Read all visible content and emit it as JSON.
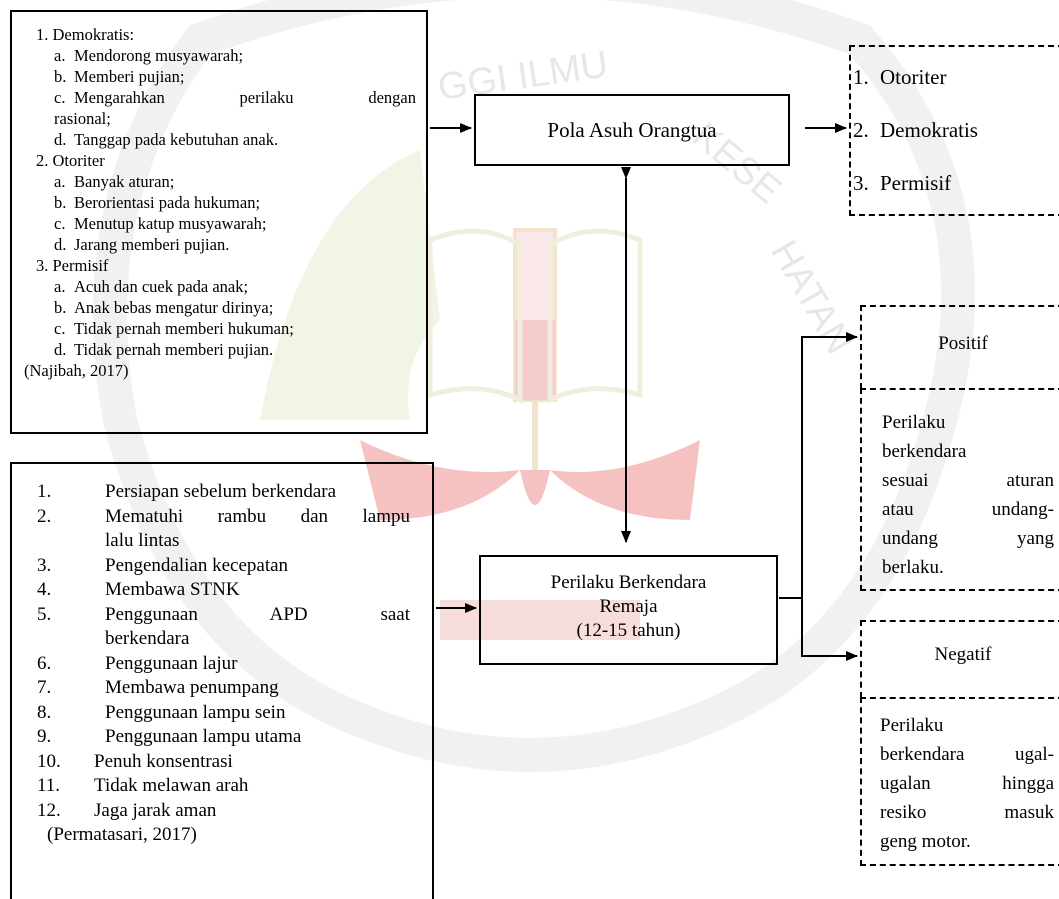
{
  "parenting_box": {
    "label": "Pola Asuh Orangtua"
  },
  "teen_box": {
    "line1": "Perilaku Berkendara",
    "line2": "Remaja",
    "line3": "(12-15 tahun)"
  },
  "parenting_types": [
    {
      "num": "1.",
      "label": "Otoriter"
    },
    {
      "num": "2.",
      "label": "Demokratis"
    },
    {
      "num": "3.",
      "label": "Permisif"
    }
  ],
  "styles": {
    "s1": {
      "title": "1. Demokratis:",
      "a": {
        "l": "a.",
        "t": "Mendorong musyawarah;"
      },
      "b": {
        "l": "b.",
        "t": "Memberi pujian;"
      },
      "c": {
        "l": "c.",
        "t1": "Mengarahkan perilaku dengan",
        "t2": "rasional;"
      },
      "d": {
        "l": "d.",
        "t": "Tanggap pada kebutuhan anak."
      }
    },
    "s2": {
      "title": "2. Otoriter",
      "a": {
        "l": "a.",
        "t": "Banyak aturan;"
      },
      "b": {
        "l": "b.",
        "t": "Berorientasi pada hukuman;"
      },
      "c": {
        "l": "c.",
        "t": "Menutup katup musyawarah;"
      },
      "d": {
        "l": "d.",
        "t": "Jarang memberi pujian."
      }
    },
    "s3": {
      "title": "3. Permisif",
      "a": {
        "l": "a.",
        "t": "Acuh dan cuek pada anak;"
      },
      "b": {
        "l": "b.",
        "t": "Anak bebas mengatur dirinya;"
      },
      "c": {
        "l": "c.",
        "t": "Tidak pernah memberi hukuman;"
      },
      "d": {
        "l": "d.",
        "t": "Tidak pernah memberi pujian."
      }
    },
    "citation": "(Najibah, 2017)"
  },
  "indicators": {
    "i1": {
      "n": "1.",
      "t": "Persiapan sebelum berkendara"
    },
    "i2": {
      "n": "2.",
      "t1": "Mematuhi rambu dan lampu",
      "t2": "lalu lintas"
    },
    "i3": {
      "n": "3.",
      "t": "Pengendalian kecepatan"
    },
    "i4": {
      "n": "4.",
      "t": "Membawa STNK"
    },
    "i5": {
      "n": "5.",
      "t1": "Penggunaan APD saat",
      "t2": "berkendara"
    },
    "i6": {
      "n": "6.",
      "t": "Penggunaan lajur"
    },
    "i7": {
      "n": "7.",
      "t": "Membawa penumpang"
    },
    "i8": {
      "n": "8.",
      "t": "Penggunaan lampu sein"
    },
    "i9": {
      "n": "9.",
      "t": "Penggunaan lampu utama"
    },
    "i10": {
      "n": "10.",
      "t": "Penuh konsentrasi"
    },
    "i11": {
      "n": "11.",
      "t": "Tidak melawan arah"
    },
    "i12": {
      "n": "12.",
      "t": "Jaga jarak aman"
    },
    "citation": "(Permatasari, 2017)"
  },
  "positive": {
    "title": "Positif",
    "lines": [
      "Perilaku",
      "berkendara",
      "sesuai aturan",
      "atau undang-",
      "undang yang",
      "berlaku."
    ]
  },
  "negative": {
    "title": "Negatif",
    "lines": [
      "Perilaku",
      "berkendara ugal-",
      "ugalan hingga",
      "resiko masuk",
      "geng motor."
    ]
  },
  "watermark": {
    "text": "GGI ILMU KESEHATAN",
    "logo_color": "#e9a0a0",
    "accent_color": "#c8d89a"
  }
}
